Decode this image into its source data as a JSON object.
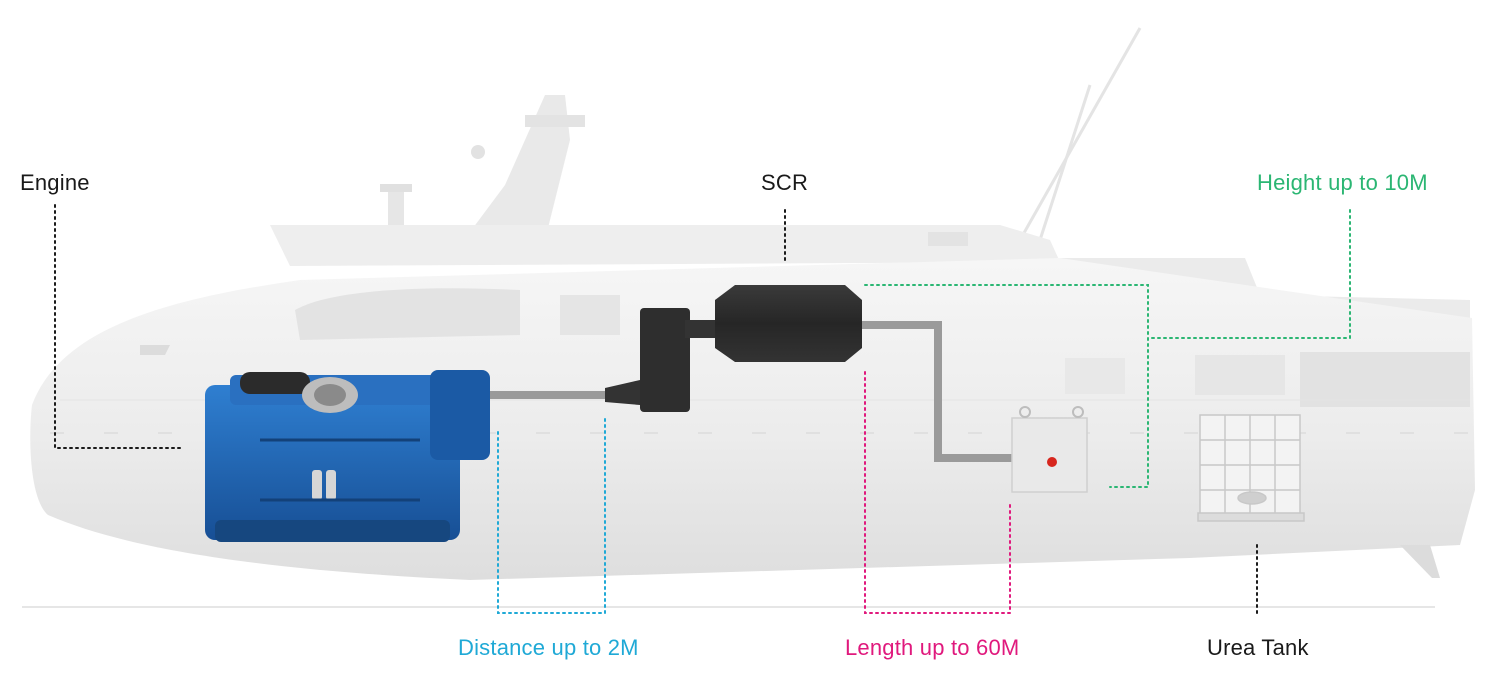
{
  "labels": {
    "engine": "Engine",
    "scr": "SCR",
    "height": "Height up to 10M",
    "distance": "Distance up to 2M",
    "length": "Length up to 60M",
    "urea_tank": "Urea Tank"
  },
  "colors": {
    "engine_label": "#1a1a1a",
    "height": "#2bb673",
    "distance": "#1fa9d6",
    "length": "#e0197d",
    "hull": "#ededed",
    "engine_body": "#1f63b0",
    "scr_body": "#2b2b2b",
    "pipe": "#9a9a9a"
  },
  "icons": [
    "ship-hull-illustration",
    "marine-engine-icon",
    "scr-catalyst-icon",
    "dosing-box-icon",
    "urea-tank-icon"
  ]
}
